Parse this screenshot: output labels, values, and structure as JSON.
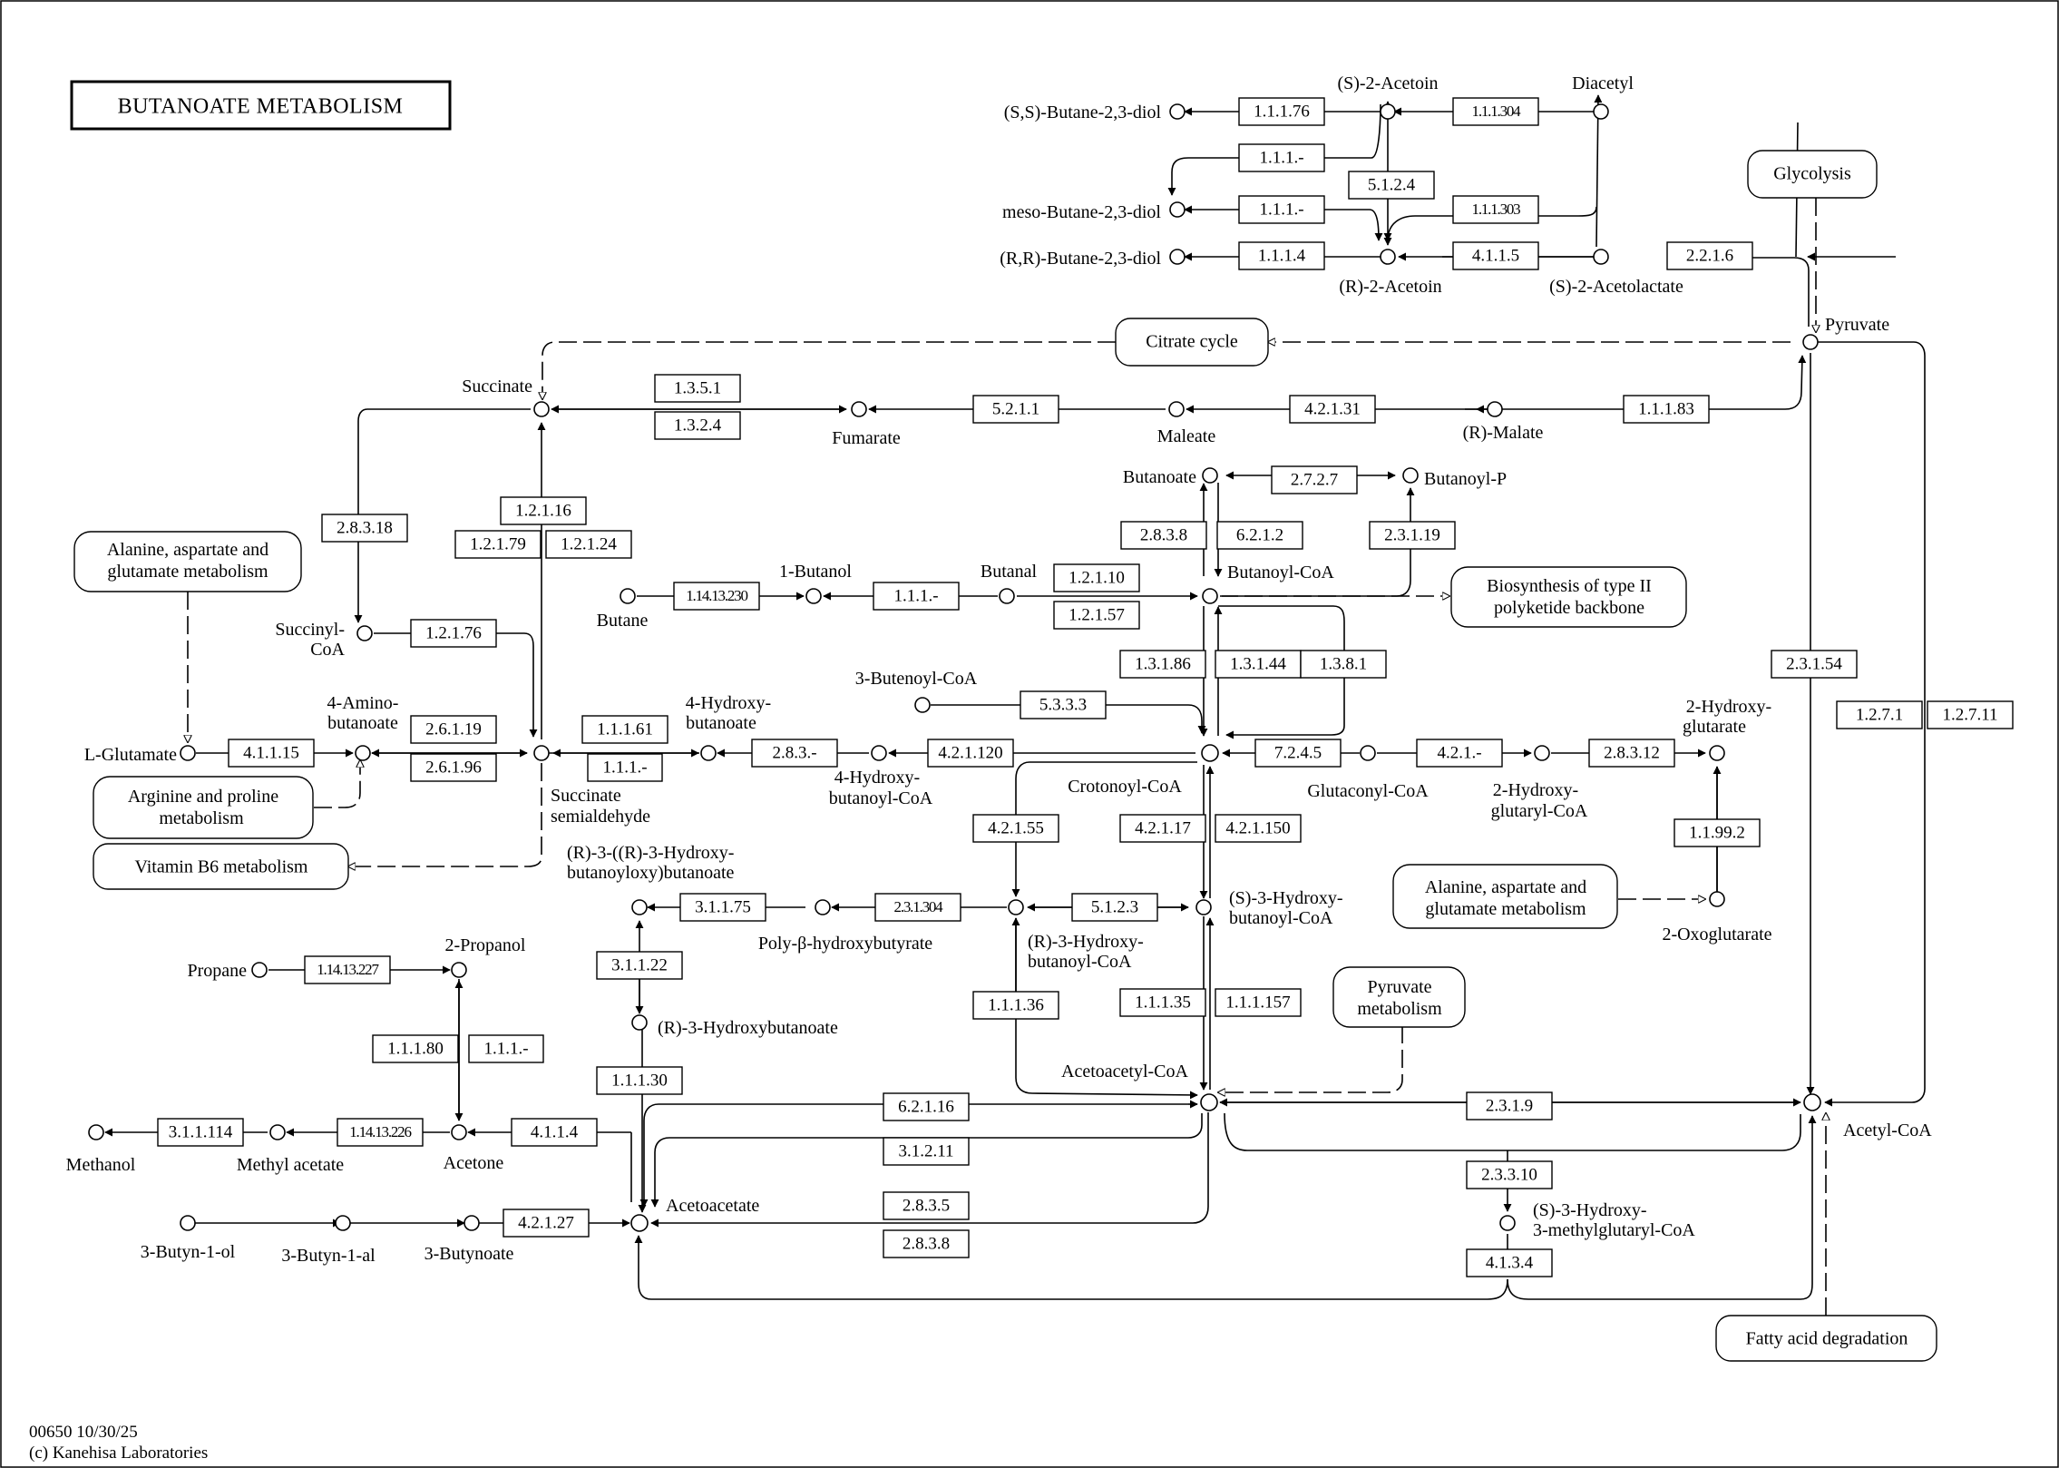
{
  "title": "BUTANOATE  METABOLISM",
  "footer": {
    "line1": "00650 10/30/25",
    "line2": "(c) Kanehisa Laboratories"
  },
  "maps": {
    "glycolysis": "Glycolysis",
    "citrate_cycle": "Citrate cycle",
    "ala_asp_glu_left": [
      "Alanine, aspartate and",
      "glutamate metabolism"
    ],
    "arg_pro": [
      "Arginine and proline",
      "metabolism"
    ],
    "vit_b6": "Vitamin B6 metabolism",
    "polyketide": [
      "Biosynthesis of type II",
      "polyketide backbone"
    ],
    "ala_asp_glu_right": [
      "Alanine, aspartate and",
      "glutamate metabolism"
    ],
    "pyruvate_metab": [
      "Pyruvate",
      "metabolism"
    ],
    "fatty_acid": "Fatty acid degradation"
  },
  "compounds": {
    "s_acetoin": "(S)-2-Acetoin",
    "diacetyl": "Diacetyl",
    "ss_butanediol": "(S,S)-Butane-2,3-diol",
    "meso_butanediol": "meso-Butane-2,3-diol",
    "rr_butanediol": "(R,R)-Butane-2,3-diol",
    "r_acetoin": "(R)-2-Acetoin",
    "s_acetolactate": "(S)-2-Acetolactate",
    "pyruvate": "Pyruvate",
    "succinate": "Succinate",
    "fumarate": "Fumarate",
    "maleate": "Maleate",
    "r_malate": "(R)-Malate",
    "butanoate": "Butanoate",
    "butanoyl_p": "Butanoyl-P",
    "butanoyl_coa": "Butanoyl-CoA",
    "one_butanol": "1-Butanol",
    "butanal": "Butanal",
    "butane": "Butane",
    "succinyl_coa": [
      "Succinyl-",
      "CoA"
    ],
    "amino_butanoate": [
      "4-Amino-",
      "butanoate"
    ],
    "l_glutamate": "L-Glutamate",
    "hydroxy_butanoate": [
      "4-Hydroxy-",
      "butanoate"
    ],
    "succinate_semialdehyde": [
      "Succinate",
      "semialdehyde"
    ],
    "butenoyl_coa": "3-Butenoyl-CoA",
    "hydroxybutanoyl_coa": [
      "4-Hydroxy-",
      "butanoyl-CoA"
    ],
    "crotonoyl_coa": "Crotonoyl-CoA",
    "glutaconyl_coa": "Glutaconyl-CoA",
    "hydroxyglutaryl_coa": [
      "2-Hydroxy-",
      "glutaryl-CoA"
    ],
    "hydroxyglutarate": [
      "2-Hydroxy-",
      "glutarate"
    ],
    "oxoglutarate": "2-Oxoglutarate",
    "r3_hbb": [
      "(R)-3-((R)-3-Hydroxy-",
      "butanoyloxy)butanoate"
    ],
    "phb": "Poly-β-hydroxybutyrate",
    "r3_hb_coa": [
      "(R)-3-Hydroxy-",
      "butanoyl-CoA"
    ],
    "s3_hb_coa": [
      "(S)-3-Hydroxy-",
      "butanoyl-CoA"
    ],
    "r3_hb": "(R)-3-Hydroxybutanoate",
    "propane": "Propane",
    "two_propanol": "2-Propanol",
    "acetoacetyl_coa": "Acetoacetyl-CoA",
    "acetyl_coa": "Acetyl-CoA",
    "methanol": "Methanol",
    "methyl_acetate": "Methyl acetate",
    "acetone": "Acetone",
    "acetoacetate": "Acetoacetate",
    "hmg_coa": [
      "(S)-3-Hydroxy-",
      "3-methylglutaryl-CoA"
    ],
    "butyn_ol": "3-Butyn-1-ol",
    "butyn_al": "3-Butyn-1-al",
    "butynoate": "3-Butynoate"
  },
  "enzymes": {
    "e1_1_1_76": "1.1.1.76",
    "e1_1_1_304": "1.1.1.304",
    "e1_1_1_dash_a": "1.1.1.-",
    "e5_1_2_4": "5.1.2.4",
    "e1_1_1_dash_b": "1.1.1.-",
    "e1_1_1_303": "1.1.1.303",
    "e1_1_1_4": "1.1.1.4",
    "e4_1_1_5": "4.1.1.5",
    "e2_2_1_6": "2.2.1.6",
    "e1_3_5_1": "1.3.5.1",
    "e1_3_2_4": "1.3.2.4",
    "e5_2_1_1": "5.2.1.1",
    "e4_2_1_31": "4.2.1.31",
    "e1_1_1_83": "1.1.1.83",
    "e2_7_2_7": "2.7.2.7",
    "e2_8_3_8_a": "2.8.3.8",
    "e6_2_1_2": "6.2.1.2",
    "e2_3_1_19": "2.3.1.19",
    "e2_8_3_18": "2.8.3.18",
    "e1_2_1_16": "1.2.1.16",
    "e1_2_1_79": "1.2.1.79",
    "e1_2_1_24": "1.2.1.24",
    "e1_14_13_230": "1.14.13.230",
    "e1_1_1_dash_c": "1.1.1.-",
    "e1_2_1_10": "1.2.1.10",
    "e1_2_1_57": "1.2.1.57",
    "e1_2_1_76": "1.2.1.76",
    "e1_3_1_86": "1.3.1.86",
    "e1_3_1_44": "1.3.1.44",
    "e1_3_8_1": "1.3.8.1",
    "e2_3_1_54": "2.3.1.54",
    "e5_3_3_3": "5.3.3.3",
    "e4_1_1_15": "4.1.1.15",
    "e2_6_1_19": "2.6.1.19",
    "e2_6_1_96": "2.6.1.96",
    "e1_1_1_61": "1.1.1.61",
    "e1_1_1_dash_d": "1.1.1.-",
    "e2_8_3_dash": "2.8.3.-",
    "e4_2_1_120": "4.2.1.120",
    "e7_2_4_5": "7.2.4.5",
    "e4_2_1_dash": "4.2.1.-",
    "e2_8_3_12": "2.8.3.12",
    "e1_2_7_1": "1.2.7.1",
    "e1_2_7_11": "1.2.7.11",
    "e4_2_1_55": "4.2.1.55",
    "e4_2_1_17": "4.2.1.17",
    "e4_2_1_150": "4.2.1.150",
    "e1_1_99_2": "1.1.99.2",
    "e3_1_1_75": "3.1.1.75",
    "e2_3_1_304": "2.3.1.304",
    "e5_1_2_3": "5.1.2.3",
    "e1_14_13_227": "1.14.13.227",
    "e3_1_1_22": "3.1.1.22",
    "e1_1_1_80": "1.1.1.80",
    "e1_1_1_dash_e": "1.1.1.-",
    "e1_1_1_36": "1.1.1.36",
    "e1_1_1_35": "1.1.1.35",
    "e1_1_1_157": "1.1.1.157",
    "e1_1_1_30": "1.1.1.30",
    "e6_2_1_16": "6.2.1.16",
    "e2_3_1_9": "2.3.1.9",
    "e3_1_1_114": "3.1.1.114",
    "e1_14_13_226": "1.14.13.226",
    "e4_1_1_4": "4.1.1.4",
    "e3_1_2_11": "3.1.2.11",
    "e2_3_3_10": "2.3.3.10",
    "e2_8_3_5": "2.8.3.5",
    "e2_8_3_8_b": "2.8.3.8",
    "e4_2_1_27": "4.2.1.27",
    "e4_1_3_4": "4.1.3.4"
  }
}
